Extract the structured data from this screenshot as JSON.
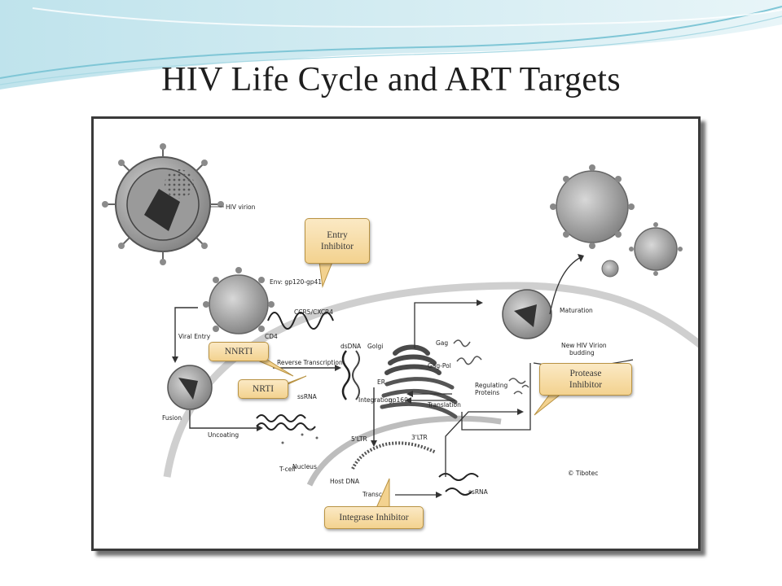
{
  "slide": {
    "title": "HIV Life Cycle and ART Targets"
  },
  "figure": {
    "labels": {
      "hiv_virion": "HIV virion",
      "env": "Env: gp120-gp41",
      "ccr5": "CCR5/CXCR4",
      "cd4": "CD4",
      "viral_entry": "Viral Entry",
      "reverse_transcription": "Reverse Transcription",
      "dsdna": "dsDNA",
      "golgi": "Golgi",
      "er": "ER",
      "gp160": "gp160",
      "ssrna_left": "ssRNA",
      "integration": "Integration",
      "fusion": "Fusion",
      "uncoating": "Uncoating",
      "t_cell": "T-cell",
      "nucleus": "Nucleus",
      "ltr5": "5'LTR",
      "ltr3": "3'LTR",
      "host_dna": "Host DNA",
      "transcription": "Transcr",
      "ssrna_right": "ssRNA",
      "gag": "Gag",
      "gag_pol": "Gag-Pol",
      "regulating": "Regulating",
      "proteins": "Proteins",
      "translation": "Translation",
      "maturation": "Maturation",
      "new_virion_1": "New HIV Virion",
      "new_virion_2": "budding",
      "copyright": "© Tibotec"
    }
  },
  "callouts": {
    "entry_inhibitor": "Entry\nInhibitor",
    "nnrti": "NNRTI",
    "nrti": "NRTI",
    "protease_inhibitor": "Protease\nInhibitor",
    "integrase_inhibitor": "Integrase Inhibitor"
  },
  "colors": {
    "callout_fill": "#f3d28f",
    "callout_border": "#b99343",
    "wave_teal": "#7fc6d6"
  }
}
